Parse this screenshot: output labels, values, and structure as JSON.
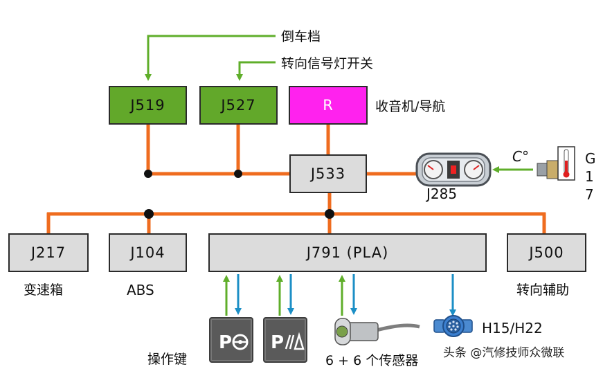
{
  "inputs": {
    "reverse_gear": "倒车档",
    "turn_signal_switch": "转向信号灯开关",
    "radio_nav": "收音机/导航"
  },
  "modules": {
    "j519": "J519",
    "j527": "J527",
    "r": "R",
    "j533": "J533",
    "j285": "J285",
    "g17": "G17",
    "temp_unit": "C°",
    "j217": "J217",
    "j104": "J104",
    "j791": "J791 (PLA)",
    "j500": "J500",
    "h15_h22": "H15/H22"
  },
  "labels": {
    "transmission": "变速箱",
    "abs": "ABS",
    "power_steering": "转向辅助",
    "operating_keys": "操作键",
    "sensors": "6 + 6 个传感器"
  },
  "watermark": "头条 @汽修技师众微联",
  "colors": {
    "can_bus": "#ef6c1f",
    "input_arrow": "#5fae2a",
    "output_arrow": "#1c8fc6",
    "ecu_green": "#62a82a",
    "ecu_magenta": "#ff22ee",
    "ecu_grey": "#dcdcdc"
  }
}
